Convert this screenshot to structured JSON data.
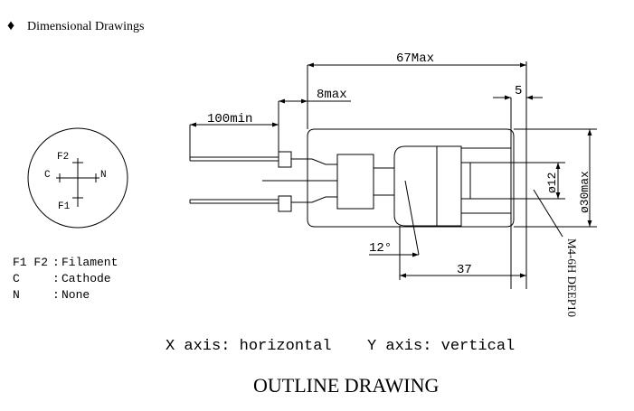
{
  "header": {
    "bullet": "♦",
    "title": "Dimensional Drawings"
  },
  "end_view": {
    "pin_labels": [
      "F2",
      "C",
      "N",
      "F1"
    ]
  },
  "legend": [
    {
      "code": "F1 F2",
      "sep": ":",
      "desc": "Filament"
    },
    {
      "code": "C",
      "sep": ":",
      "desc": "Cathode"
    },
    {
      "code": "N",
      "sep": ":",
      "desc": "None"
    }
  ],
  "dimensions": {
    "overall": "67Max",
    "lead_length": "100min",
    "cap_length": "8max",
    "flange": "5",
    "inner_diameter": "ø12",
    "outer_diameter": "ø30max",
    "angle": "12°",
    "body_length": "37",
    "thread": "M4-6H DEEP10"
  },
  "footer": {
    "axes_x": "X axis: horizontal",
    "axes_y": "Y axis: vertical",
    "caption": "OUTLINE DRAWING"
  },
  "colors": {
    "line": "#000000",
    "background": "#ffffff"
  }
}
